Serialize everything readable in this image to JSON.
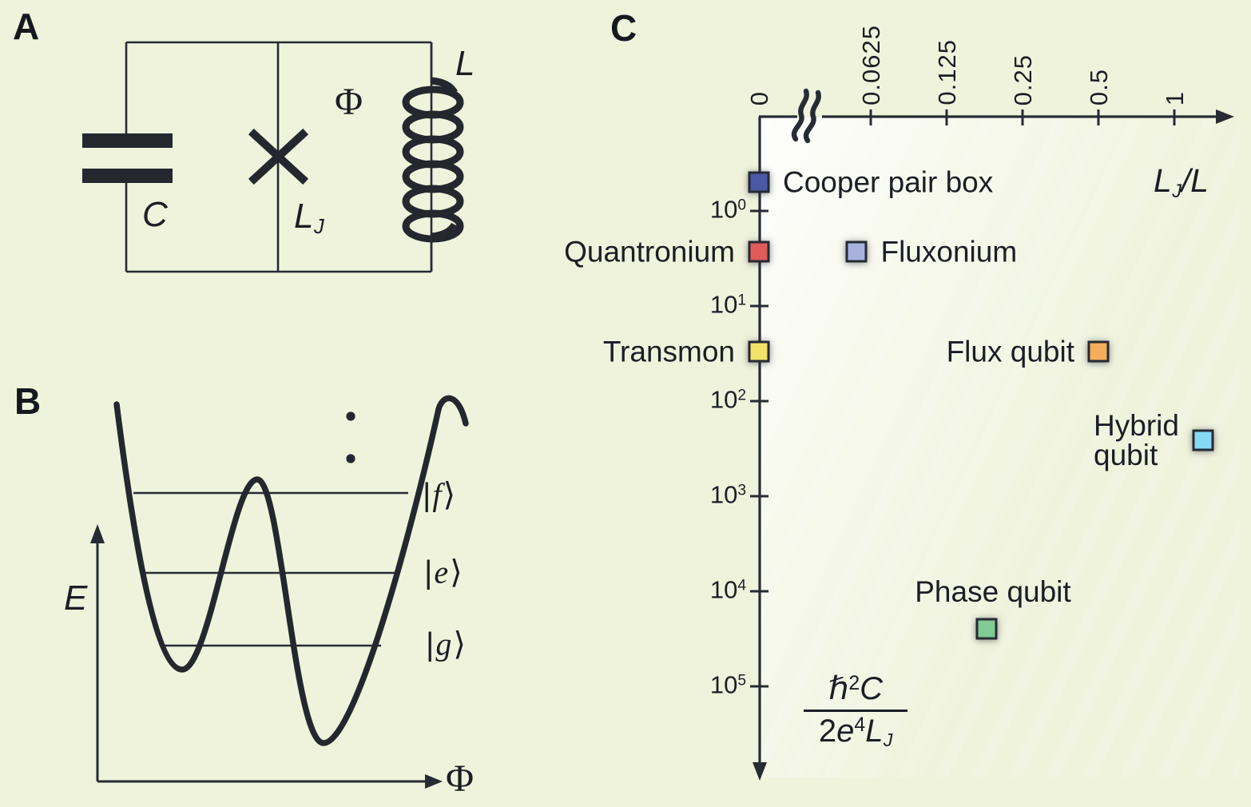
{
  "colors": {
    "background": "#eff3dc",
    "ink": "#272b33",
    "text": "#1b1e24"
  },
  "glyphs": {
    "bar": "|",
    "ket": "⟩"
  },
  "panel_a": {
    "label": "A",
    "capacitor_label": "C",
    "junction_label_base": "L",
    "junction_label_sub": "J",
    "flux_label": "Φ",
    "inductor_label": "L"
  },
  "panel_b": {
    "label": "B",
    "y_axis_label": "E",
    "x_axis_label": "Φ",
    "levels": [
      {
        "letter": "f"
      },
      {
        "letter": "e"
      },
      {
        "letter": "g"
      }
    ]
  },
  "panel_c": {
    "label": "C",
    "x_axis_title": {
      "base": "L",
      "sub": "J",
      "rest": "/L"
    },
    "y_axis_formula": {
      "numerator_hbar": "ℏ",
      "numerator_sup": "2",
      "numerator_rest": "C",
      "denominator_coeff": "2",
      "denominator_e": "e",
      "denominator_sup": "4",
      "denominator_base": "L",
      "denominator_sub": "J"
    }
  },
  "chart_data": {
    "type": "scatter",
    "title": "",
    "xlabel": "L_J/L",
    "ylabel": "ℏ²C/(2e⁴L_J)",
    "x_scale": "log2 with axis break between 0 and 0.0625",
    "y_scale": "log10, increasing downward from 10^0 to 10^5",
    "grid": false,
    "x_ticks": {
      "values": [
        0,
        0.0625,
        0.125,
        0.25,
        0.5,
        1
      ],
      "labels": [
        "0",
        "0.0625",
        "0.125",
        "0.25",
        "0.5",
        "1"
      ]
    },
    "y_ticks": {
      "base": "10",
      "exponents": [
        "0",
        "1",
        "2",
        "3",
        "4",
        "5"
      ]
    },
    "points": [
      {
        "label": "Cooper pair box",
        "x": 0,
        "y": 0.5,
        "color": "#4a58a5",
        "label_side": "right"
      },
      {
        "label": "Quantronium",
        "x": 0,
        "y": 2.7,
        "color": "#e15b5b",
        "label_side": "left"
      },
      {
        "label": "Fluxonium",
        "x": 0.055,
        "y": 2.7,
        "color": "#a8b2de",
        "label_side": "right"
      },
      {
        "label": "Transmon",
        "x": 0,
        "y": 30,
        "color": "#f2e368",
        "label_side": "left"
      },
      {
        "label": "Flux qubit",
        "x": 0.5,
        "y": 30,
        "color": "#f4ad5c",
        "label_side": "left"
      },
      {
        "label": "Hybrid qubit",
        "x": 1.3,
        "y": 260,
        "color": "#87d8f4",
        "label_side": "left"
      },
      {
        "label": "Phase qubit",
        "x": 0.18,
        "y": 25000,
        "color": "#81c995",
        "label_side": "above"
      }
    ]
  }
}
